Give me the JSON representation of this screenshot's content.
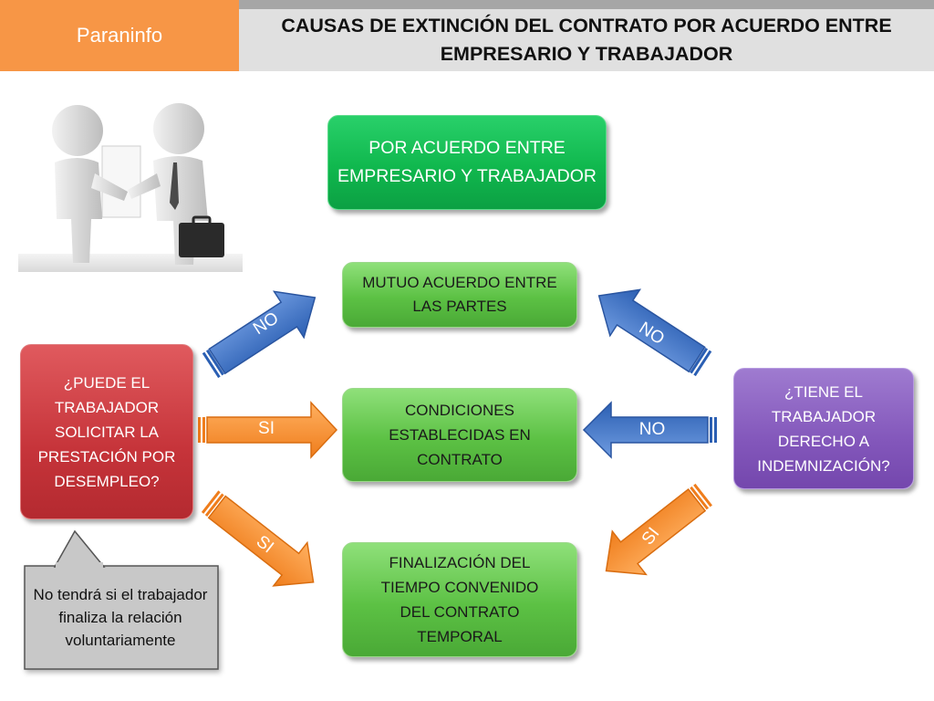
{
  "header": {
    "brand": "Paraninfo",
    "title": "CAUSAS DE EXTINCIÓN DEL CONTRATO POR ACUERDO ENTRE EMPRESARIO Y TRABAJADOR"
  },
  "diagram": {
    "main_node": "POR ACUERDO ENTRE EMPRESARIO Y TRABAJADOR",
    "node_mutuo": "MUTUO ACUERDO ENTRE LAS PARTES",
    "node_condiciones": "CONDICIONES ESTABLECIDAS EN CONTRATO",
    "node_finalizacion": "FINALIZACIÓN DEL TIEMPO CONVENIDO DEL CONTRATO TEMPORAL",
    "question_left": "¿PUEDE EL TRABAJADOR SOLICITAR LA PRESTACIÓN POR DESEMPLEO?",
    "question_right": "¿TIENE EL TRABAJADOR DERECHO A INDEMNIZACIÓN?",
    "callout": "No tendrá si el trabajador finaliza la relación voluntariamente",
    "arrows": {
      "left_top": "NO",
      "left_mid": "SI",
      "left_bottom": "SI",
      "right_top": "NO",
      "right_mid": "NO",
      "right_bottom": "SI"
    }
  },
  "colors": {
    "brand": "#f79646",
    "title_bar": "#e0e0e0",
    "green": "#5cc144",
    "green_main": "#10b84e",
    "red": "#c6343a",
    "purple": "#8357bb",
    "blue_arrow": "#3a6fc4",
    "orange_arrow": "#f79646"
  }
}
